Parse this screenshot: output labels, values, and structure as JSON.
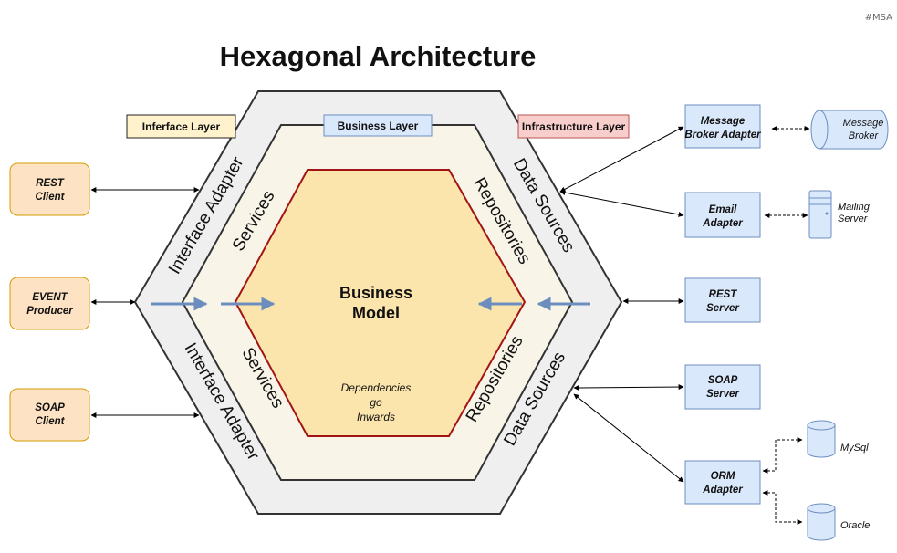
{
  "tag": "#MSA",
  "title": "Hexagonal Architecture",
  "layers": {
    "interface": "Inferface Layer",
    "business": "Business Layer",
    "infrastructure": "Infrastructure Layer"
  },
  "rings": {
    "interface_adapter": "Interface Adapter",
    "services": "Services",
    "repositories": "Repositories",
    "data_sources": "Data Sources"
  },
  "core": {
    "line1": "Business",
    "line2": "Model",
    "note1": "Dependencies",
    "note2": "go",
    "note3": "Inwards"
  },
  "clients": {
    "rest": [
      "REST",
      "Client"
    ],
    "event": [
      "EVENT",
      "Producer"
    ],
    "soap": [
      "SOAP",
      "Client"
    ]
  },
  "adapters": {
    "message_broker": [
      "Message",
      "Broker Adapter"
    ],
    "email": [
      "Email",
      "Adapter"
    ],
    "rest_server": [
      "REST",
      "Server"
    ],
    "soap_server": [
      "SOAP",
      "Server"
    ],
    "orm": [
      "ORM",
      "Adapter"
    ]
  },
  "externals": {
    "message_broker": [
      "Message",
      "Broker"
    ],
    "mailing_server": [
      "Mailing",
      "Server"
    ],
    "mysql": "MySql",
    "oracle": "Oracle"
  },
  "colors": {
    "outer_hex": "#efefef",
    "middle_hex": "#f8f4e8",
    "core_hex": "#fbe5ac",
    "core_border": "#a31515",
    "client_fill": "#fde3c3",
    "client_border": "#d79b00",
    "adapter_fill": "#dae8fc",
    "adapter_border": "#6c8ebf",
    "interface_tag": "#fff2cc",
    "business_tag": "#dae8fc",
    "infrastructure_tag": "#f8cecc",
    "flow_arrow": "#6c8ebf"
  }
}
